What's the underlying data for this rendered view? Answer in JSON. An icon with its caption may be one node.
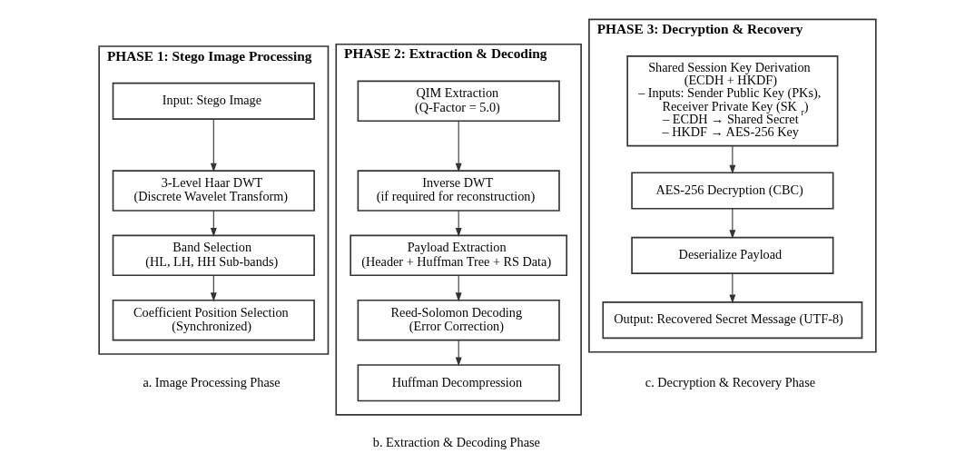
{
  "diagram": {
    "nodes": [
      {
        "text": [
          "PHASE 1: Stego Image Processing"
        ],
        "beside": [
          "a. Image Processing Phase"
        ]
      },
      {
        "text": [
          "Input: Stego Image"
        ],
        "in": 0
      },
      {
        "text": [
          "3-Level Haar DWT",
          "(Discrete Wavelet Transform)"
        ],
        "in": 0
      },
      {
        "text": [
          "Band Selection",
          "(HL, LH, HH Sub-bands)"
        ],
        "in": 0
      },
      {
        "text": [
          "Coefficient Position Selection",
          "(Synchronized)"
        ],
        "in": 0
      },
      {
        "text": [
          "PHASE 2: Extraction & Decoding"
        ],
        "beside": [
          "b. Extraction & Decoding Phase"
        ]
      },
      {
        "text": [
          "QIM Extraction",
          "(Q-Factor = 5.0)"
        ],
        "in": 5
      },
      {
        "text": [
          "Inverse DWT",
          "(if required for reconstruction)"
        ],
        "in": 5
      },
      {
        "text": [
          "Payload Extraction",
          "(Header + Huffman Tree + RS Data)"
        ],
        "in": 5
      },
      {
        "text": [
          "Reed-Solomon Decoding",
          "(Error Correction)"
        ],
        "in": 5
      },
      {
        "text": [
          "Huffman Decompression"
        ],
        "in": 5
      },
      {
        "text": [
          "PHASE 3: Decryption & Recovery"
        ],
        "beside": [
          "c. Decryption & Recovery Phase"
        ]
      },
      {
        "text": [
          "Shared Session Key Derivation",
          "(ECDH + HKDF)",
          "– Inputs: Sender Public Key (PKs), Receiver Private Key (SK$_{r}$)",
          "– ECDH → Shared Secret",
          "– HKDF → AES-256 Key"
        ],
        "in": 11
      },
      {
        "text": [
          "AES-256 Decryption (CBC)"
        ],
        "in": 11
      },
      {
        "text": [
          "Deserialize Payload"
        ],
        "in": 11
      },
      {
        "text": [
          "Output: Recovered Secret Message (UTF-8)"
        ],
        "in": 11
      }
    ],
    "edges": [
      {
        "from": 1,
        "to": 2,
        "arrow": "to"
      },
      {
        "from": 2,
        "to": 3,
        "arrow": "to"
      },
      {
        "from": 3,
        "to": 4,
        "arrow": "to"
      },
      {
        "from": 6,
        "to": 7,
        "arrow": "to"
      },
      {
        "from": 7,
        "to": 8,
        "arrow": "to"
      },
      {
        "from": 8,
        "to": 9,
        "arrow": "to"
      },
      {
        "from": 9,
        "to": 10,
        "arrow": "to"
      },
      {
        "from": 12,
        "to": 13,
        "arrow": "to"
      },
      {
        "from": 13,
        "to": 14,
        "arrow": "to"
      },
      {
        "from": 14,
        "to": 15,
        "arrow": "to"
      }
    ]
  }
}
